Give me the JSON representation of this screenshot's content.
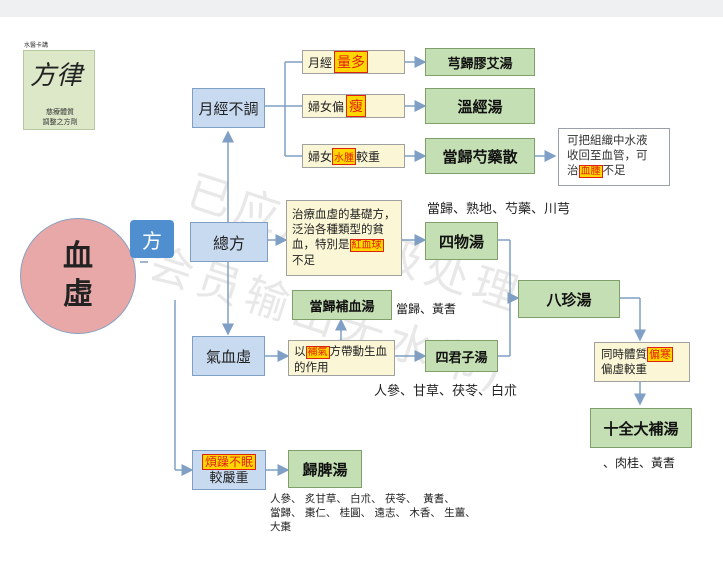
{
  "logo": {
    "header": "水醫卡講",
    "calligraphy": "方律",
    "subtitle_1": "慈療體質",
    "subtitle_2": "調整之方劑"
  },
  "root": {
    "line1": "血",
    "line2": "虛"
  },
  "fang_tag": "方",
  "zongfang": "總方",
  "categories": {
    "yuejing": "月經不調",
    "qixue": "氣血虛",
    "jiaoyan_highlight": "煩躁不眠",
    "jiaoyan": "較嚴重"
  },
  "conditions": {
    "c1_prefix": "月經",
    "c1_highlight": "量多",
    "c2_prefix": "婦女偏",
    "c2_highlight": "瘦",
    "c3_prefix": "婦女",
    "c3_highlight": "水腫",
    "c3_suffix": "較重"
  },
  "formulas": {
    "f1": "芎歸膠艾湯",
    "f2": "溫經湯",
    "f3": "當歸芍藥散",
    "siwu": "四物湯",
    "danggui_buxue": "當歸補血湯",
    "sijunzi": "四君子湯",
    "bazhen": "八珍湯",
    "shiquan": "十全大補湯",
    "guipi": "歸脾湯"
  },
  "notes": {
    "f3_line1": "可把組織中水液",
    "f3_line2": "收回至血管，可",
    "f3_line3_prefix": "治",
    "f3_line3_highlight": "血腫",
    "f3_line3_suffix": "不足",
    "siwu_line1": "治療血虛的基礎方，",
    "siwu_line2": "泛治各種類型的貧",
    "siwu_line3_prefix": "血，特別是",
    "siwu_line3_highlight": "紅血球",
    "siwu_line4": "不足",
    "qixue_prefix": "以",
    "qixue_highlight": "補氣",
    "qixue_suffix": "方帶動生血",
    "qixue_line2": "的作用",
    "shiquan_line1_prefix": "同時體質",
    "shiquan_line1_highlight": "偏寒",
    "shiquan_line2": "偏虛較重"
  },
  "ingredients": {
    "siwu": "當歸、熟地、芍藥、川芎",
    "danggui_buxue": "當歸、黃耆",
    "sijunzi": "人參、甘草、茯苓、白朮",
    "shiquan": "、肉桂、黃耆",
    "guipi_line1": "人參、 炙甘草、 白朮、 茯苓、  黃耆、",
    "guipi_line2": "當歸、 棗仁、 桂圓、 遠志、 木香、 生薑、",
    "guipi_line3": "大棗"
  },
  "watermark": {
    "line1": "已应用高级处理",
    "line2": "(会员输出无水印)"
  }
}
